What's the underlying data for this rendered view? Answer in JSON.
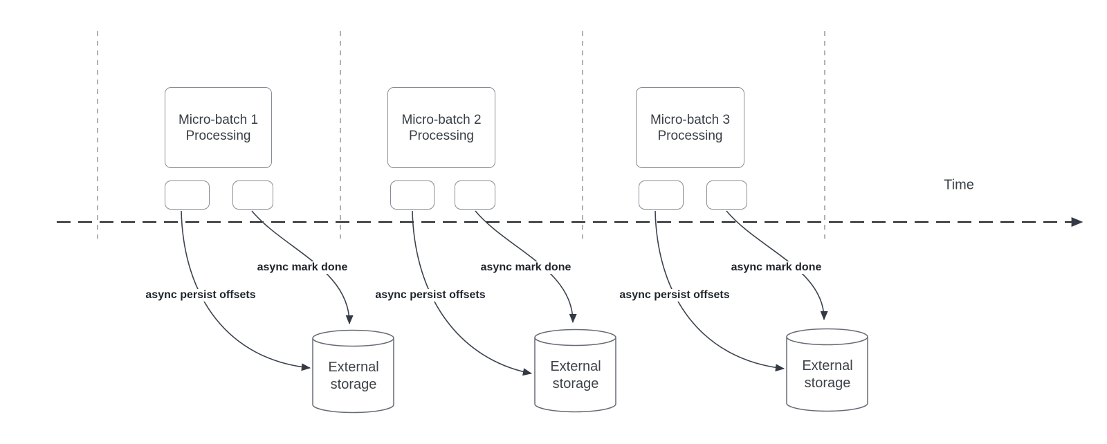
{
  "diagram": {
    "time_label": "Time",
    "batches": [
      {
        "box_label": "Micro-batch 1\nProcessing",
        "persist_label": "async persist offsets",
        "mark_done_label": "async mark done",
        "storage_label": "External\nstorage"
      },
      {
        "box_label": "Micro-batch 2\nProcessing",
        "persist_label": "async persist offsets",
        "mark_done_label": "async mark done",
        "storage_label": "External\nstorage"
      },
      {
        "box_label": "Micro-batch 3\nProcessing",
        "persist_label": "async persist offsets",
        "mark_done_label": "async mark done",
        "storage_label": "External\nstorage"
      }
    ]
  }
}
